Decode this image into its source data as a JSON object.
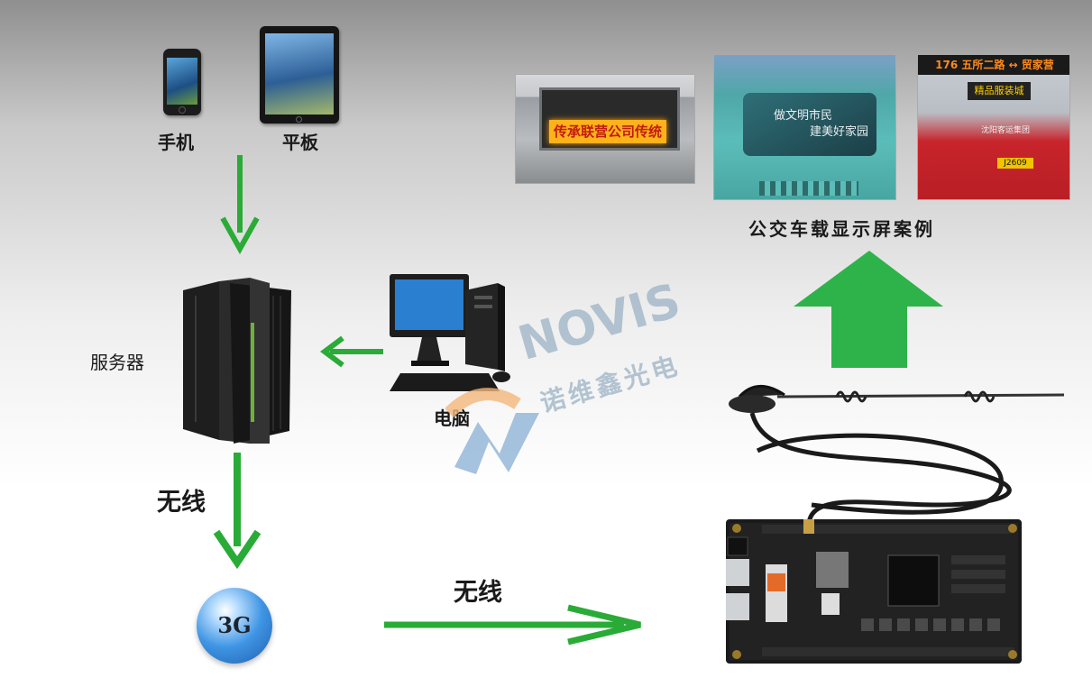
{
  "devices": {
    "phone_label": "手机",
    "tablet_label": "平板",
    "server_label": "服务器",
    "computer_label": "电脑"
  },
  "links": {
    "server_to_3g_label": "无线",
    "3g_to_board_label": "无线"
  },
  "badge_3g": "3G",
  "bus_examples": {
    "caption": "公交车载显示屏案例",
    "bus1_led_text": "传承联营公司传统",
    "bus2_line1": "做文明市民",
    "bus2_line2": "建美好家园",
    "bus3_top_text": "176 五所二路 ↔ 贸家营",
    "bus3_led_text": "精品服装城",
    "bus3_company": "沈阳客运集团",
    "bus3_plate": "J2609"
  },
  "watermark": {
    "brand": "NOVIS",
    "subtitle": "诺维鑫光电"
  },
  "colors": {
    "arrow_green": "#2aab37",
    "big_arrow_green": "#2db34a"
  }
}
